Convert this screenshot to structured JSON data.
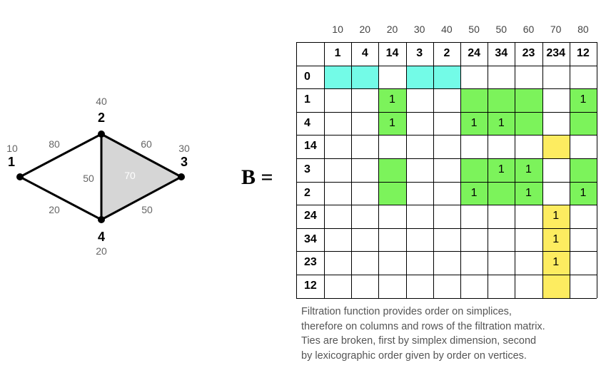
{
  "graph": {
    "vertices": [
      {
        "id": "1",
        "label": "1",
        "value": "10"
      },
      {
        "id": "2",
        "label": "2",
        "value": "40"
      },
      {
        "id": "3",
        "label": "3",
        "value": "30"
      },
      {
        "id": "4",
        "label": "4",
        "value": "20"
      }
    ],
    "edges": [
      {
        "id": "12",
        "value": "80"
      },
      {
        "id": "23",
        "value": "60"
      },
      {
        "id": "24",
        "value": "50"
      },
      {
        "id": "14",
        "value": "20"
      },
      {
        "id": "34",
        "value": "50"
      }
    ],
    "triangle": {
      "id": "234",
      "value": "70"
    }
  },
  "equation_label": "B =",
  "matrix": {
    "filtration_values": [
      "10",
      "20",
      "20",
      "30",
      "40",
      "50",
      "50",
      "60",
      "70",
      "80"
    ],
    "columns": [
      "1",
      "4",
      "14",
      "3",
      "2",
      "24",
      "34",
      "23",
      "234",
      "12"
    ],
    "rows": [
      "0",
      "1",
      "4",
      "14",
      "3",
      "2",
      "24",
      "34",
      "23",
      "12"
    ],
    "cells": [
      [
        "c",
        "c",
        "",
        "c",
        "c",
        "",
        "",
        "",
        "",
        ""
      ],
      [
        "",
        "",
        "g1",
        "",
        "",
        "g",
        "g",
        "g",
        "",
        "g1"
      ],
      [
        "",
        "",
        "g1",
        "",
        "",
        "g1",
        "g1",
        "g",
        "",
        "g"
      ],
      [
        "",
        "",
        "",
        "",
        "",
        "",
        "",
        "",
        "y",
        ""
      ],
      [
        "",
        "",
        "g",
        "",
        "",
        "g",
        "g1",
        "g1",
        "",
        "g"
      ],
      [
        "",
        "",
        "g",
        "",
        "",
        "g1",
        "g",
        "g1",
        "",
        "g1"
      ],
      [
        "",
        "",
        "",
        "",
        "",
        "",
        "",
        "",
        "y1",
        ""
      ],
      [
        "",
        "",
        "",
        "",
        "",
        "",
        "",
        "",
        "y1",
        ""
      ],
      [
        "",
        "",
        "",
        "",
        "",
        "",
        "",
        "",
        "y1",
        ""
      ],
      [
        "",
        "",
        "",
        "",
        "",
        "",
        "",
        "",
        "y",
        ""
      ]
    ],
    "colors": {
      "cyan": "#73fbe7",
      "green": "#7cf35b",
      "yellow": "#fdec60"
    },
    "one": "1"
  },
  "caption": [
    "Filtration function provides order on simplices,",
    "therefore on columns and rows of the filtration matrix.",
    "Ties are broken, first by simplex dimension, second",
    "by lexicographic order given by order on vertices."
  ]
}
